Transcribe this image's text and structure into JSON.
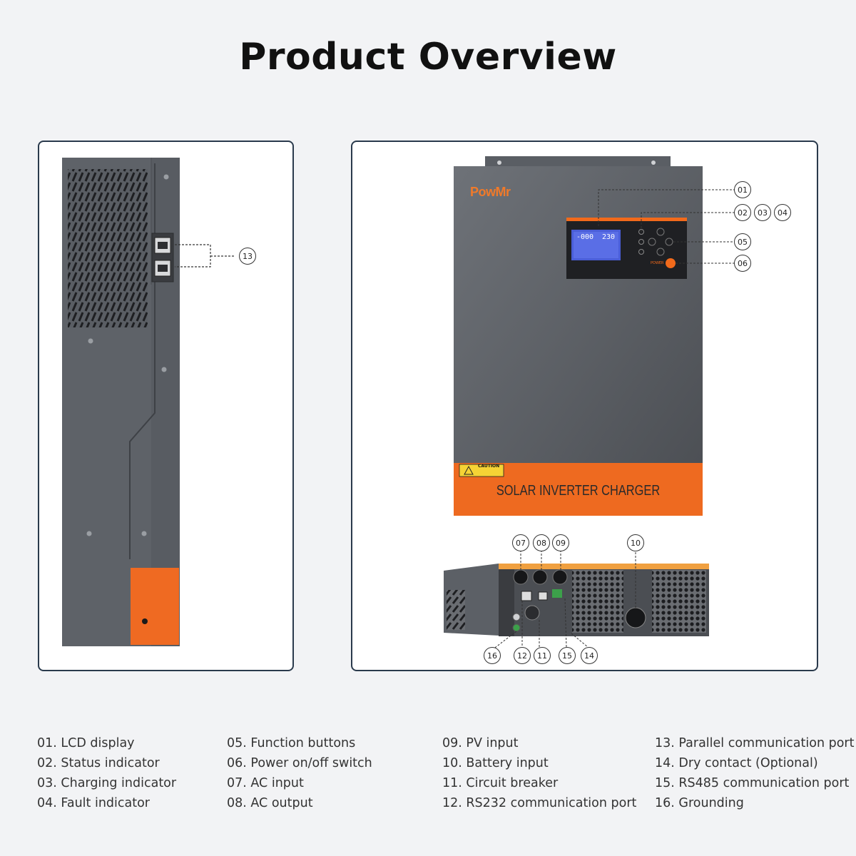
{
  "title": "Product Overview",
  "front": {
    "brand": "PowMr",
    "lcd_left": "-000",
    "lcd_right": "230",
    "power_label": "POWER",
    "caution": "CAUTION",
    "product_label": "SOLAR INVERTER CHARGER"
  },
  "callouts": {
    "c01": "01",
    "c02": "02",
    "c03": "03",
    "c04": "04",
    "c05": "05",
    "c06": "06",
    "c07": "07",
    "c08": "08",
    "c09": "09",
    "c10": "10",
    "c11": "11",
    "c12": "12",
    "c13": "13",
    "c14": "14",
    "c15": "15",
    "c16": "16"
  },
  "legend": {
    "col1": [
      "01. LCD display",
      "02. Status indicator",
      "03. Charging indicator",
      "04. Fault indicator"
    ],
    "col2": [
      "05. Function buttons",
      "06. Power on/off switch",
      "07. AC input",
      "08. AC output"
    ],
    "col3": [
      "09. PV input",
      "10. Battery input",
      "11. Circuit breaker",
      "12. RS232 communication port"
    ],
    "col4": [
      "13. Parallel communication port",
      "14. Dry contact (Optional)",
      "15. RS485 communication port",
      "16. Grounding"
    ]
  },
  "colors": {
    "accent_orange": "#f26a1b",
    "body_gray": "#5c6066",
    "panel_border": "#2a3a4c",
    "lcd_blue": "#4a5ed8"
  }
}
